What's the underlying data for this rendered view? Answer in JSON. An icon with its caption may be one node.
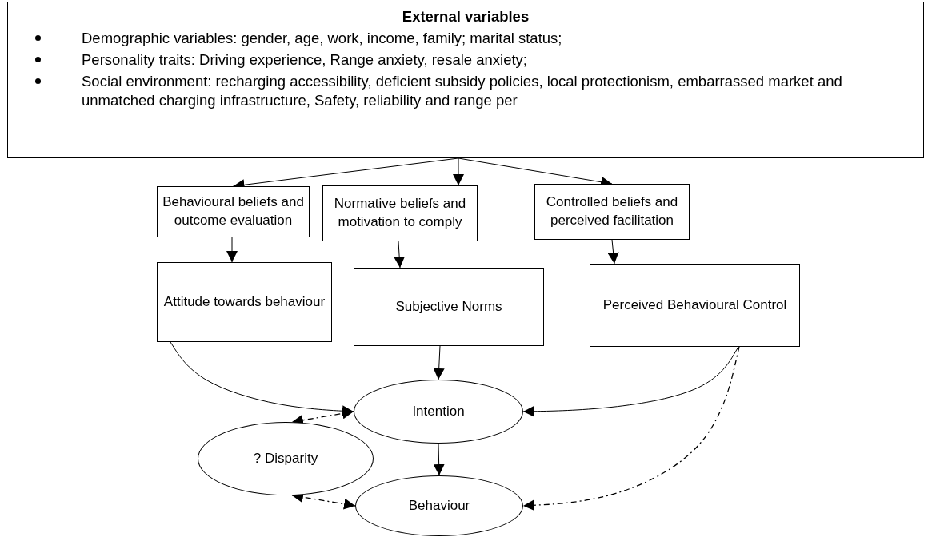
{
  "diagram": {
    "nodes": [
      {
        "text": [
          "External variables",
          "Demographic variables: gender, age, work, income, family; marital status;",
          "Personality traits: Driving experience, Range anxiety, resale anxiety;",
          "Social environment: recharging accessibility, deficient subsidy policies, local protectionism, embarrassed market and unmatched charging infrastructure, Safety, reliability and range per"
        ]
      },
      {
        "text": [
          "Behavioural beliefs and outcome evaluation"
        ]
      },
      {
        "text": [
          "Normative beliefs and motivation to comply"
        ]
      },
      {
        "text": [
          "Controlled beliefs and perceived facilitation"
        ]
      },
      {
        "text": [
          "Attitude towards behaviour"
        ]
      },
      {
        "text": [
          "Subjective Norms"
        ]
      },
      {
        "text": [
          "Perceived Behavioural Control"
        ]
      },
      {
        "text": [
          "Intention"
        ]
      },
      {
        "text": [
          "? Disparity"
        ]
      },
      {
        "text": [
          "Behaviour"
        ]
      }
    ],
    "edges": [
      {
        "from": 0,
        "to": 1,
        "arrow": "to"
      },
      {
        "from": 0,
        "to": 2,
        "arrow": "to"
      },
      {
        "from": 0,
        "to": 3,
        "arrow": "to"
      },
      {
        "from": 1,
        "to": 4,
        "arrow": "to"
      },
      {
        "from": 2,
        "to": 5,
        "arrow": "to"
      },
      {
        "from": 3,
        "to": 6,
        "arrow": "to"
      },
      {
        "from": 4,
        "to": 7,
        "arrow": "to"
      },
      {
        "from": 5,
        "to": 7,
        "arrow": "to"
      },
      {
        "from": 6,
        "to": 7,
        "arrow": "to"
      },
      {
        "from": 7,
        "to": 9,
        "arrow": "to"
      },
      {
        "from": 6,
        "to": 9,
        "arrow": "to",
        "style": "dashed"
      },
      {
        "from": 7,
        "to": 8,
        "arrow": "both",
        "style": "dashed"
      },
      {
        "from": 8,
        "to": 9,
        "arrow": "both",
        "style": "dashed"
      }
    ]
  }
}
